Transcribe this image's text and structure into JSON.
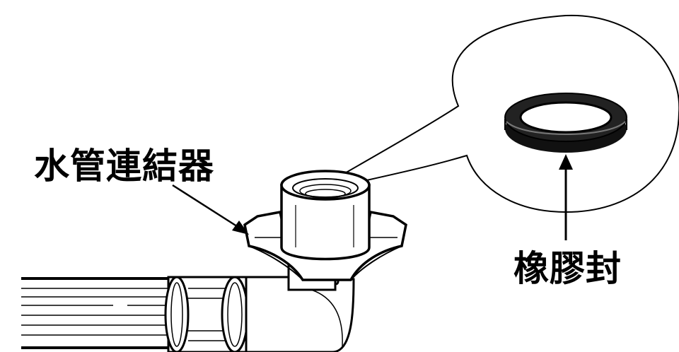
{
  "diagram": {
    "labels": {
      "connector": "水管連結器",
      "seal": "橡膠封"
    },
    "colors": {
      "ink": "#000000",
      "paper": "#ffffff",
      "shade": "#555555"
    },
    "icons": [
      "hose-pipe",
      "elbow-fitting",
      "water-pipe-connector",
      "rubber-seal-ring",
      "pointer-arrow",
      "callout-bubble"
    ]
  }
}
